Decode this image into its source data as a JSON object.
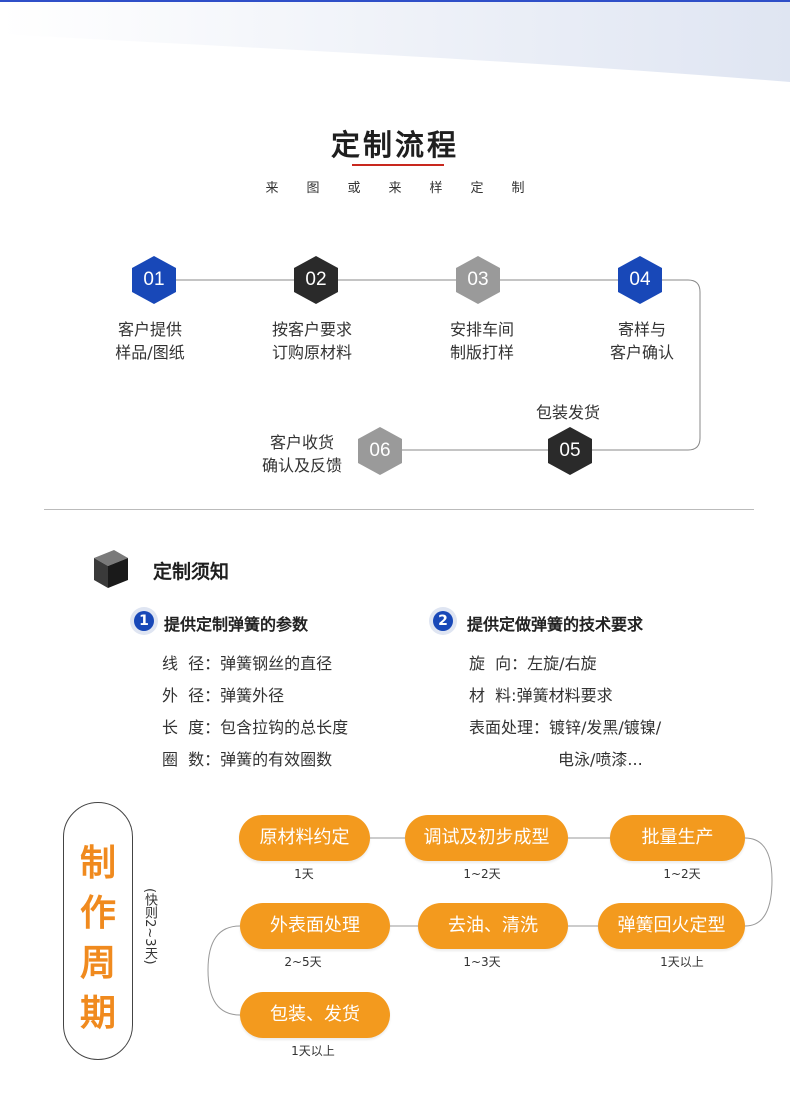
{
  "header": {
    "title": "定制流程",
    "subtitle": "来图或来样定制"
  },
  "process": {
    "steps": [
      {
        "num": "01",
        "line1": "客户提供",
        "line2": "样品/图纸",
        "color": "#1848b8"
      },
      {
        "num": "02",
        "line1": "按客户要求",
        "line2": "订购原材料",
        "color": "#2a2a2a"
      },
      {
        "num": "03",
        "line1": "安排车间",
        "line2": "制版打样",
        "color": "#9a9a9a"
      },
      {
        "num": "04",
        "line1": "寄样与",
        "line2": "客户确认",
        "color": "#1848b8"
      },
      {
        "num": "05",
        "line1": "包装发货",
        "line2": "",
        "color": "#2a2a2a"
      },
      {
        "num": "06",
        "line1": "客户收货",
        "line2": "确认及反馈",
        "color": "#9a9a9a"
      }
    ]
  },
  "notice": {
    "title": "定制须知",
    "left": {
      "num": "1",
      "heading": "提供定制弹簧的参数",
      "lines": [
        "线  径：弹簧钢丝的直径",
        "外  径：弹簧外径",
        "长  度：包含拉钩的总长度",
        "圈  数：弹簧的有效圈数"
      ]
    },
    "right": {
      "num": "2",
      "heading": "提供定做弹簧的技术要求",
      "lines": [
        "旋  向：左旋/右旋",
        "材  料:弹簧材料要求",
        "表面处理：镀锌/发黑/镀镍/",
        "电泳/喷漆..."
      ]
    }
  },
  "cycle": {
    "chars": [
      "制",
      "作",
      "周",
      "期"
    ],
    "note": "(快则2~3天)",
    "stages": [
      {
        "label": "原材料约定",
        "duration": "1天"
      },
      {
        "label": "调试及初步成型",
        "duration": "1~2天"
      },
      {
        "label": "批量生产",
        "duration": "1~2天"
      },
      {
        "label": "弹簧回火定型",
        "duration": "1天以上"
      },
      {
        "label": "去油、清洗",
        "duration": "1~3天"
      },
      {
        "label": "外表面处理",
        "duration": "2~5天"
      },
      {
        "label": "包装、发货",
        "duration": "1天以上"
      }
    ],
    "accent": "#f39a1e"
  }
}
